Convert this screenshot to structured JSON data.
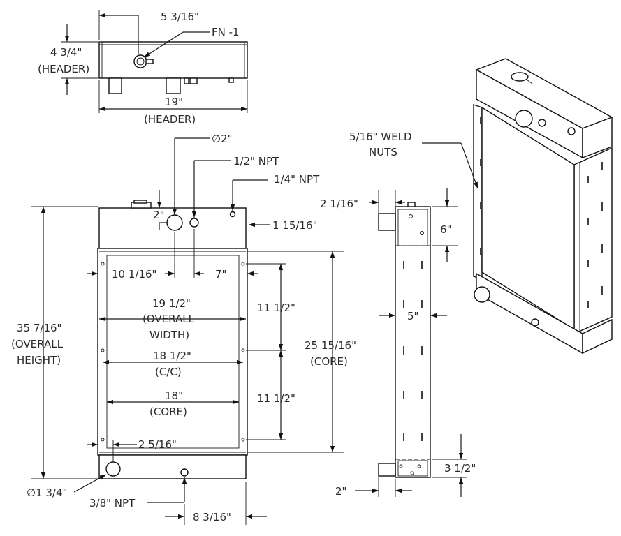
{
  "drawing": {
    "top_view": {
      "header_width": "5 3/16\"",
      "fn_label": "FN -1",
      "header_height": "4 3/4\"",
      "header_height_note": "(HEADER)",
      "header_length": "19\"",
      "header_length_note": "(HEADER)"
    },
    "front_view": {
      "cap_dia": "∅2\"",
      "npt_half": "1/2\" NPT",
      "npt_quarter": "1/4\" NPT",
      "cap_offset": "2\"",
      "quarter_offset": "1 15/16\"",
      "cap_pos": "10 1/16\"",
      "half_pos": "7\"",
      "overall_width": [
        "19 1/2\"",
        "(OVERALL",
        "WIDTH)"
      ],
      "cc_width": [
        "18 1/2\"",
        "(C/C)"
      ],
      "core_width": [
        "18\"",
        "(CORE)"
      ],
      "upper_spacing": "11 1/2\"",
      "lower_spacing": "11 1/2\"",
      "core_height": [
        "25 15/16\"",
        "(CORE)"
      ],
      "overall_height": [
        "35 7/16\"",
        "(OVERALL",
        "HEIGHT)"
      ],
      "bottom_offset": "2 5/16\"",
      "outlet_dia": "∅1 3/4\"",
      "npt_drain": "3/8\" NPT",
      "drain_pos": "8 3/16\""
    },
    "side_view": {
      "weld_nuts": [
        "5/16\" WELD",
        "NUTS"
      ],
      "top_offset": "2 1/16\"",
      "top_height": "6\"",
      "depth": "5\"",
      "bottom_height": "3 1/2\"",
      "bottom_offset": "2\""
    }
  }
}
